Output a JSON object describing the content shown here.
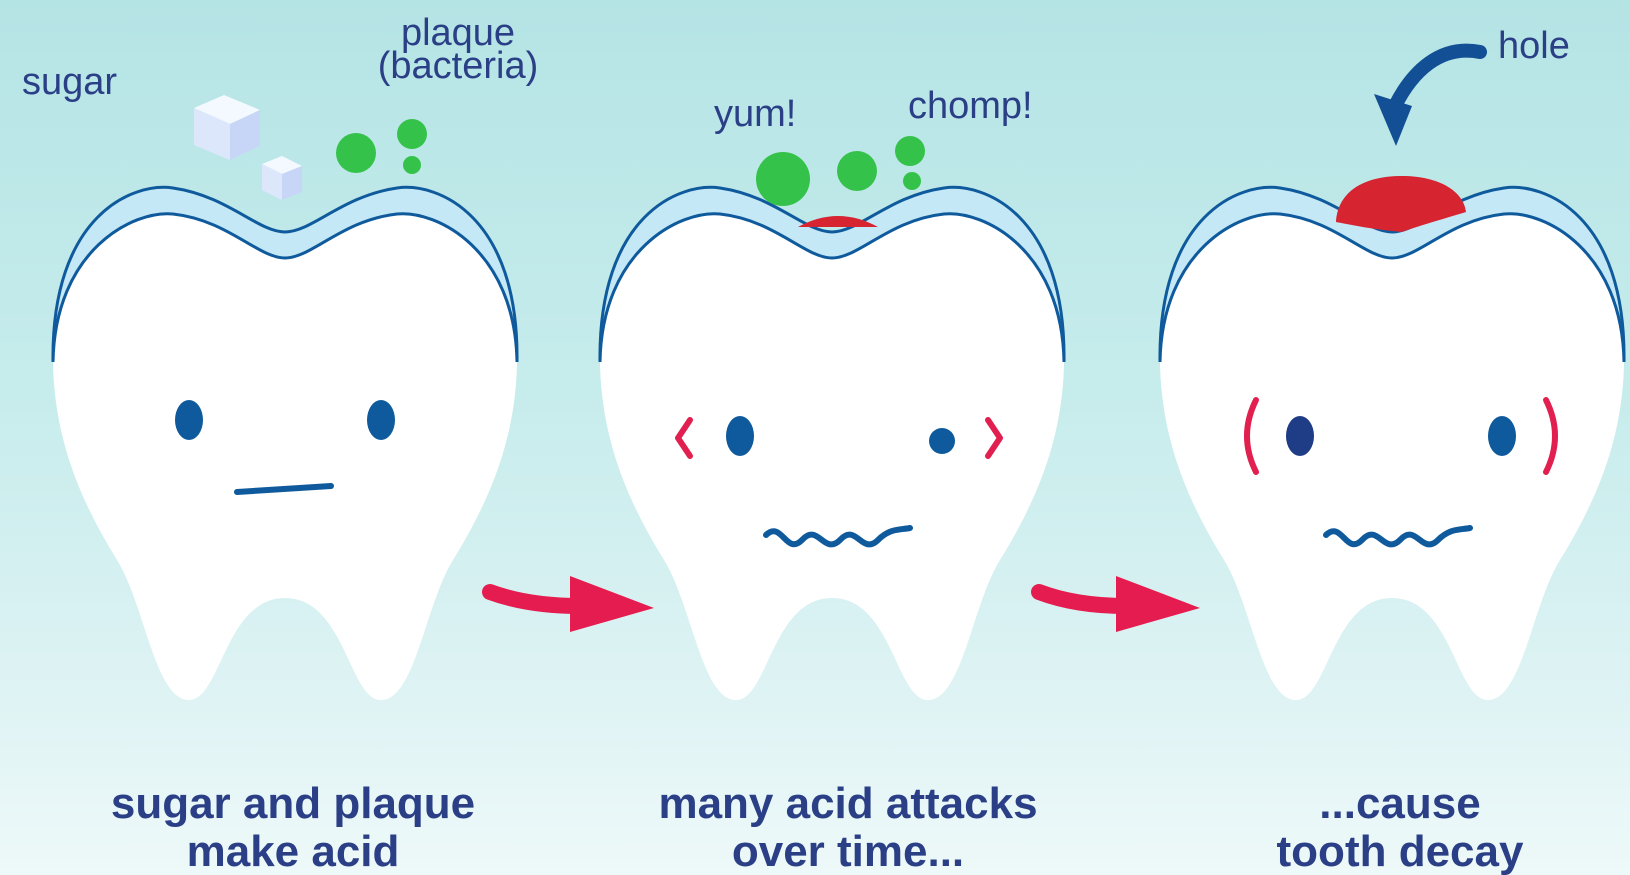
{
  "colors": {
    "background_top": "#b5e4e5",
    "background_bottom": "#eef9f9",
    "text": "#2a3f86",
    "enamel_fill": "#c4e8f5",
    "enamel_outline": "#0f5a9c",
    "tooth": "#ffffff",
    "face": "#0f5a9c",
    "stress_marks": "#e22050",
    "flow_arrow": "#e51c4f",
    "hole_arrow": "#124f95",
    "acid_damage": "#d62431",
    "bacteria": "#35c24a",
    "sugar": "#e6f0fc"
  },
  "icons": {
    "flow": "arrow-right-icon",
    "pointer": "curved-arrow-down-icon",
    "bacteria": "bacteria-dot-icon",
    "sugar": "sugar-cube-icon"
  },
  "labels": {
    "sugar": "sugar",
    "plaque_line1": "plaque",
    "plaque_line2": "(bacteria)",
    "yum": "yum!",
    "chomp": "chomp!",
    "hole": "hole"
  },
  "captions": [
    {
      "line1": "sugar and plaque",
      "line2": "make acid"
    },
    {
      "line1": "many acid attacks",
      "line2": "over time..."
    },
    {
      "line1": "...cause",
      "line2": "tooth decay"
    }
  ]
}
